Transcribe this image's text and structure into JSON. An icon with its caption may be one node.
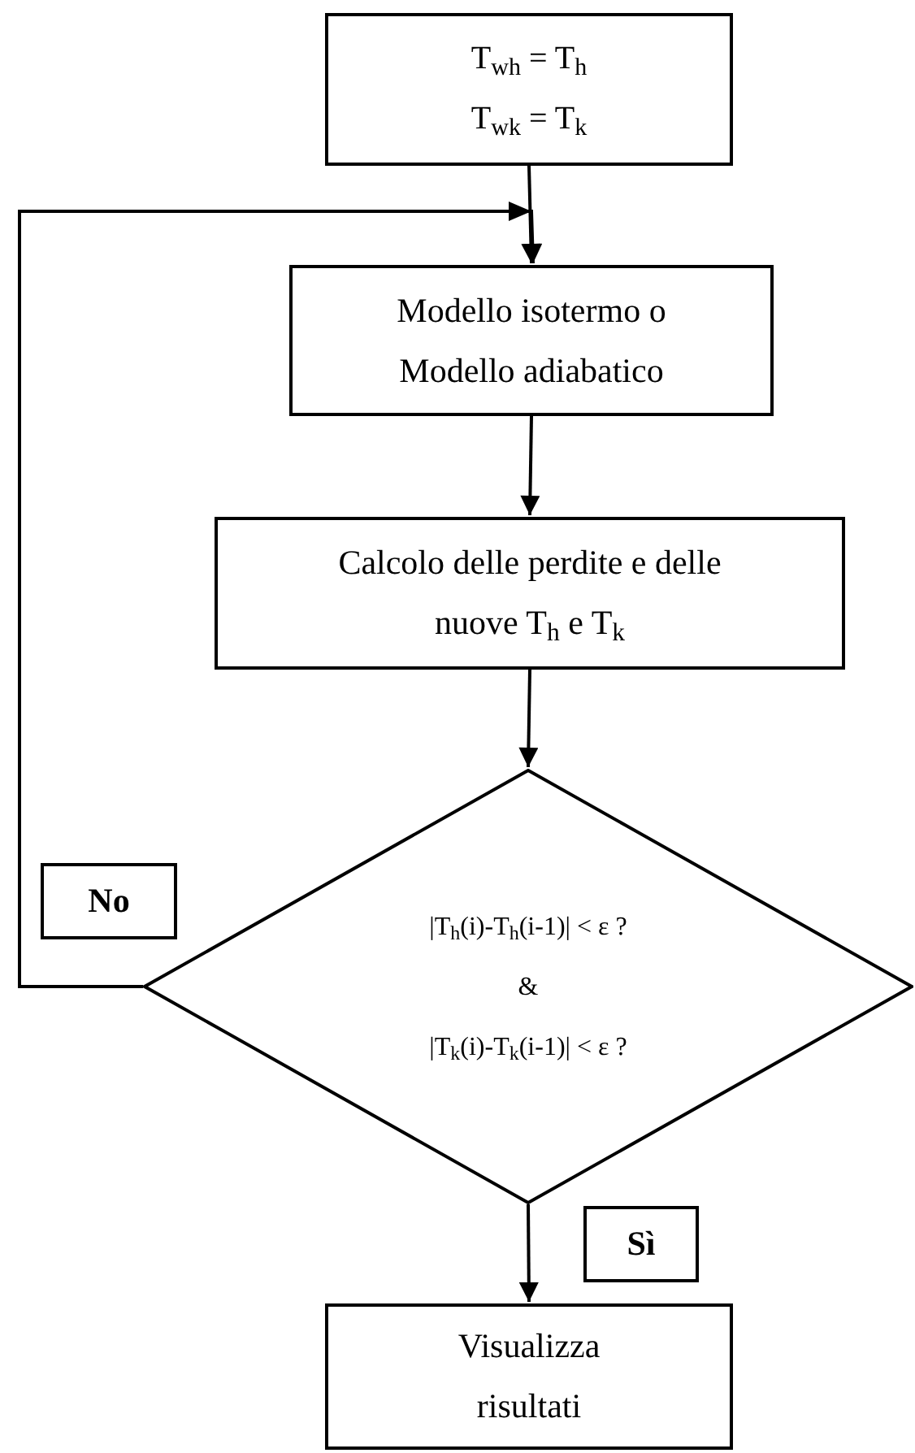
{
  "diagram": {
    "nodes": [
      {
        "text": [
          "T$_{wh}$ = T$_{h}$",
          "T$_{wk}$ = T$_{k}$"
        ]
      },
      {
        "text": [
          "Modello isotermo o Modello adiabatico"
        ]
      },
      {
        "text": [
          "Calcolo delle perdite e delle nuove T$_{h}$ e T$_{k}$"
        ]
      },
      {
        "text": [
          "|T$_{h}$(i)-T$_{h}$(i-1)| < ε ?",
          "&",
          "|T$_{k}$(i)-T$_{k}$(i-1)| < ε ?"
        ]
      },
      {
        "text": [
          "Visualizza risultati"
        ]
      }
    ],
    "edges": [
      {
        "from": 0,
        "to": 1,
        "arrow": "to"
      },
      {
        "from": 1,
        "to": 2,
        "arrow": "to"
      },
      {
        "from": 2,
        "to": 3,
        "arrow": "to"
      },
      {
        "from": 3,
        "to": 4,
        "arrow": "to",
        "label": "Sì"
      },
      {
        "from": 3,
        "to": 1,
        "arrow": "to",
        "label": "No"
      }
    ]
  }
}
